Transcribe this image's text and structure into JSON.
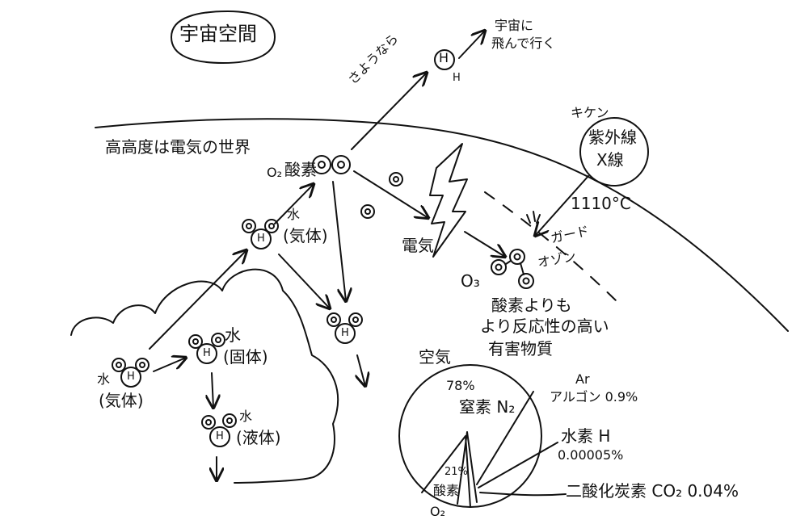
{
  "labels": {
    "space": "宇宙空間",
    "escape_to_space": [
      "宇宙に",
      "飛んで行く"
    ],
    "goodbye": "さようなら",
    "h_small": "H",
    "upper_atmosphere": "高高度は電気の世界",
    "o2": "O₂",
    "oxygen": "酸素",
    "kiken": "キケン",
    "uv_xray": [
      "紫外線",
      "X線"
    ],
    "temp": "1110°C",
    "guard": "ガード",
    "electricity": "電気",
    "ozone": "オゾン",
    "o3": "O₃",
    "harmful": [
      "酸素よりも",
      "より反応性の高い",
      "有害物質"
    ],
    "water": "水",
    "gas": "(気体)",
    "solid": "(固体)",
    "liquid": "(液体)",
    "air": "空気",
    "n2_pct": "78%",
    "nitrogen": "窒素 N₂",
    "argon_symbol": "Ar",
    "argon": "アルゴン 0.9%",
    "hydrogen": "水素 H",
    "hydrogen_pct": "0.00005%",
    "co2": "二酸化炭素 CO₂ 0.04%",
    "o2_pct": "21%",
    "oxygen_pie": "酸素",
    "o2_pie": "O₂"
  },
  "icons": [
    "water-molecule-icon",
    "oxygen-molecule-icon",
    "ozone-molecule-icon",
    "hydrogen-atom-icon",
    "lightning-icon",
    "cloud-icon"
  ]
}
